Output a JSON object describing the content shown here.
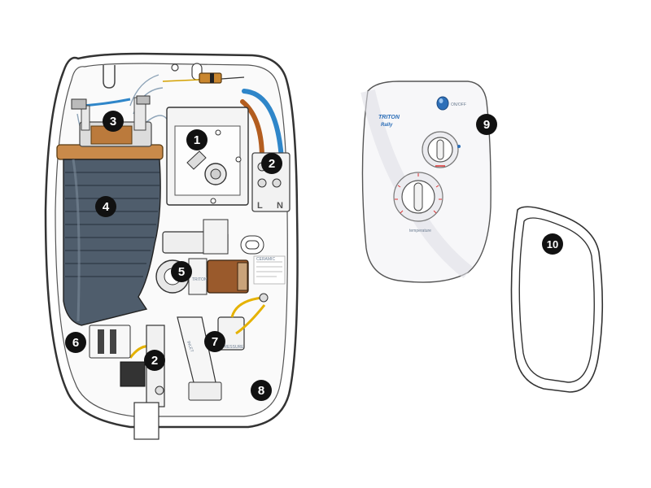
{
  "callouts": {
    "c1": "1",
    "c2a": "2",
    "c2b": "2",
    "c3": "3",
    "c4": "4",
    "c5": "5",
    "c6": "6",
    "c7": "7",
    "c8": "8",
    "c9": "9",
    "c10": "10"
  },
  "terminal": {
    "live": "L",
    "neutral": "N"
  },
  "cover": {
    "brand": "TRITON",
    "model": "Rally",
    "indicator_label": "ON/OFF",
    "dial_label": "temperature"
  },
  "unit_labels": {
    "fuse": "CERAMIC",
    "inlet": "INLET",
    "solenoid": "TRITON",
    "pressure_switch": "PRESSURE"
  },
  "colors": {
    "heater_tank": "#4f5d6c",
    "copper_element": "#c98a4a",
    "brown_wire": "#b35d1f",
    "blue_wire": "#2f86c9",
    "yellow_wire": "#e5b200",
    "cover_accent": "#2d6fb8",
    "callout_fill": "#111111"
  }
}
